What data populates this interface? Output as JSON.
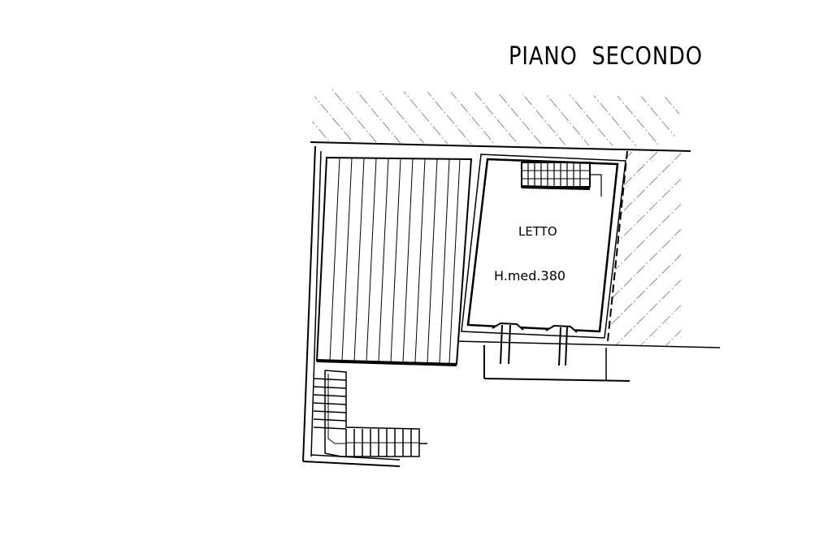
{
  "title": "PIANO SECONDO",
  "rooms": [
    {
      "label": "LETTO",
      "height": "H.med.380"
    }
  ]
}
